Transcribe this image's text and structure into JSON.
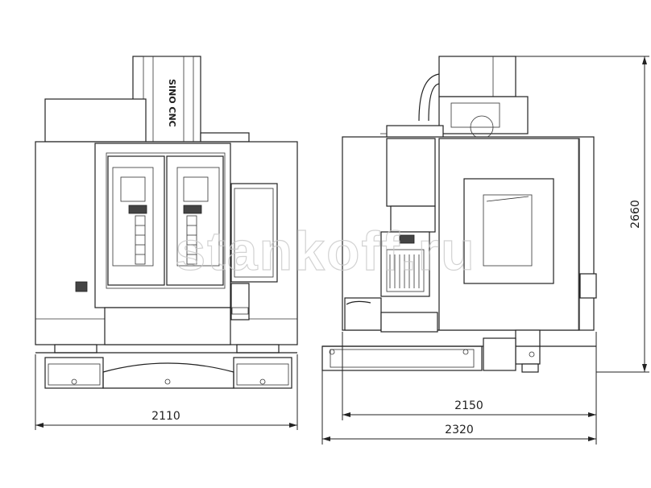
{
  "brand_label": "SINO CNC",
  "watermark": "stankoff.ru",
  "dimensions": {
    "front_width": "2110",
    "side_width": "2150",
    "side_overall_width": "2320",
    "height": "2660"
  }
}
